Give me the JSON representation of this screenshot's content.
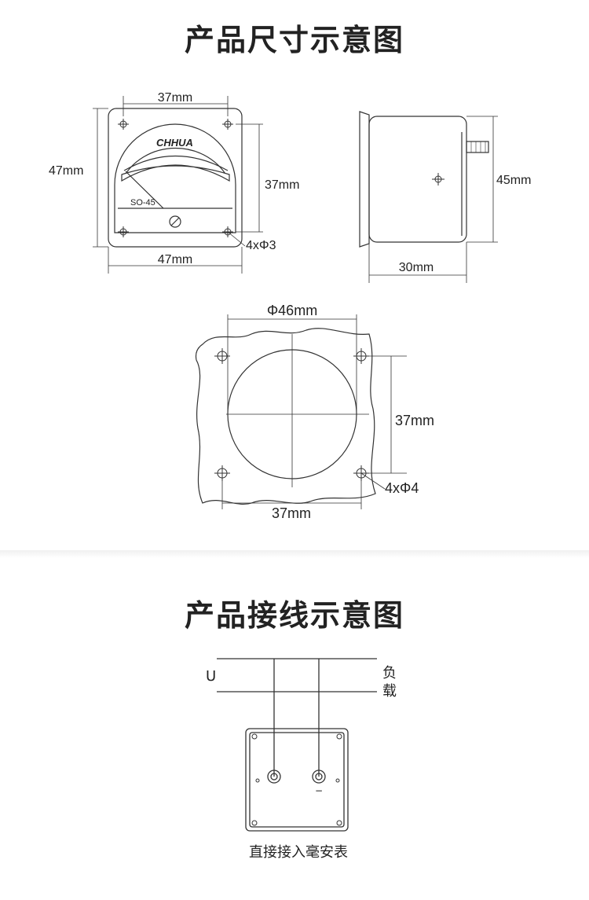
{
  "titles": {
    "size_diagram": "产品尺寸示意图",
    "wiring_diagram": "产品接线示意图"
  },
  "front_view": {
    "brand": "CHHUA",
    "model": "SO-45",
    "dim_top": "37mm",
    "dim_left": "47mm",
    "dim_right": "37mm",
    "dim_bottom": "47mm",
    "holes": "4xΦ3"
  },
  "side_view": {
    "dim_height": "45mm",
    "dim_depth": "30mm"
  },
  "cutout_view": {
    "dim_diameter": "Φ46mm",
    "dim_right": "37mm",
    "dim_bottom": "37mm",
    "holes": "4xΦ4"
  },
  "wiring": {
    "source_label": "U",
    "load_label_1": "负",
    "load_label_2": "载",
    "minus_sign": "−",
    "caption": "直接接入毫安表"
  }
}
